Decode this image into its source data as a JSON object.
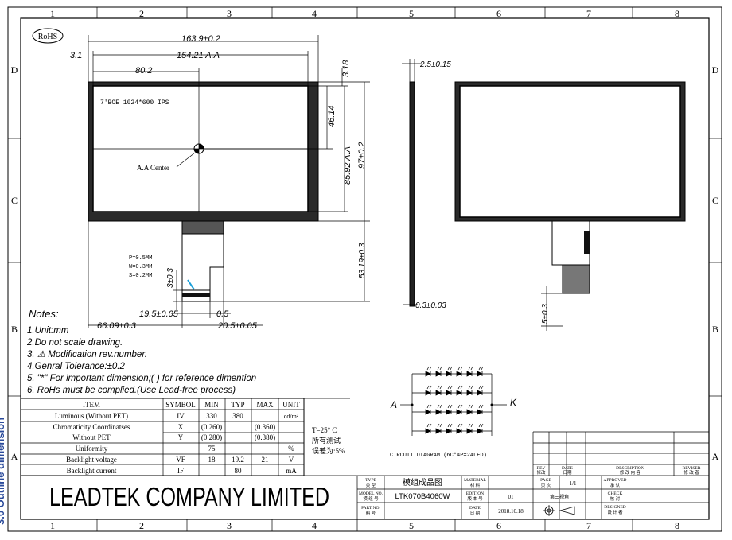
{
  "grid": {
    "cols": [
      "1",
      "2",
      "3",
      "4",
      "5",
      "6",
      "7",
      "8"
    ],
    "rows": [
      "D",
      "C",
      "B",
      "A"
    ]
  },
  "side_text": "3.0 Outline dimension",
  "rohs": "RoHS",
  "front_view": {
    "panel_label": "7'BOE 1024*600 IPS",
    "aa_center": "A.A Center",
    "dim_overall_width": "163.9±0.2",
    "dim_aa_width": "154.21 A.A",
    "dim_left_offset": "3.1",
    "dim_center_x": "80.2",
    "dim_top_offset": "3.18",
    "dim_center_y": "46.14",
    "dim_aa_height": "85.92 A.A",
    "dim_overall_height": "97±0.2",
    "dim_fpc_length": "53.19±0.3",
    "dim_fpc_bend": "3±0.3",
    "fpc_pitch_p": "P=0.5MM",
    "fpc_pitch_w": "W=0.3MM",
    "fpc_pitch_s": "S=0.2MM",
    "dim_fpc_width": "19.5±0.05",
    "dim_fpc_gap": "0.5",
    "dim_fpc_x": "66.09±0.3",
    "dim_fpc_x2": "20.5±0.05"
  },
  "side_view": {
    "dim_thickness": "2.5±0.15",
    "dim_fpc_thickness": "0.3±0.03"
  },
  "back_view": {
    "dim_fpc_tail": "5±0.3"
  },
  "notes": {
    "title": "Notes:",
    "n1": "1.Unit:mm",
    "n2": "2.Do not scale drawing.",
    "n3": "3. ⚠ Modification rev.number.",
    "n4": "4.Genral Tolerance:±0.2",
    "n5": "5. \"*\" For important dimension;( ) for reference dimention",
    "n6": "6. RoHs must be complied.(Use Lead-free process)"
  },
  "spec_table": {
    "headers": [
      "ITEM",
      "SYMBOL",
      "MIN",
      "TYP",
      "MAX",
      "UNIT"
    ],
    "rows": [
      [
        "Luminous (Without PET)",
        "IV",
        "330",
        "380",
        "",
        "cd/m²"
      ],
      [
        "Chromaticity Coordinatses",
        "X",
        "(0.260)",
        "",
        "(0.360)",
        ""
      ],
      [
        "Without PET",
        "Y",
        "(0.280)",
        "",
        "(0.380)",
        ""
      ],
      [
        "Uniformity",
        "",
        "75",
        "",
        "",
        "%"
      ],
      [
        "Backlight voltage",
        "VF",
        "18",
        "19.2",
        "21",
        "V"
      ],
      [
        "Backlight current",
        "IF",
        "",
        "80",
        "",
        "mA"
      ]
    ],
    "condition_1": "T=25° C",
    "condition_2": "所有测试",
    "condition_3": "误差为:5%"
  },
  "circuit": {
    "anode": "A",
    "cathode": "K",
    "caption": "CIRCUIT DIAGRAM (6C*4P=24LED)"
  },
  "company": "LEADTEK COMPANY LIMITED",
  "title_block": {
    "type_label_en": "TYPE",
    "type_label_cn": "类 型",
    "type_value": "模组成品图",
    "material_label_en": "MATERIAL",
    "material_label_cn": "材 料",
    "page_label_en": "PAGE",
    "page_label_cn": "页 次",
    "page_value": "1/1",
    "approved_en": "APPROVED",
    "approved_cn": "承 认",
    "model_label_en": "MODEL NO.",
    "model_label_cn": "模 组 号",
    "model_value": "LTK070B4060W",
    "edition_label_en": "EDITION",
    "edition_label_cn": "版 本 号",
    "edition_value": "01",
    "projection": "第三视角",
    "check_en": "CHECK",
    "check_cn": "核 对",
    "part_label_en": "PART NO.",
    "part_label_cn": "料 号",
    "date_label_en": "DATE",
    "date_label_cn": "日 期",
    "date_value": "2018.10.18",
    "designed_en": "DESIGNED",
    "designed_cn": "设 计 者",
    "rev_en": "REV",
    "rev_cn": "修改",
    "revdate_en": "DATE",
    "revdate_cn": "日期",
    "desc_en": "DESCRIPTION",
    "desc_cn": "修 改 内 容",
    "reviser_en": "REVISER",
    "reviser_cn": "修 改 者"
  }
}
